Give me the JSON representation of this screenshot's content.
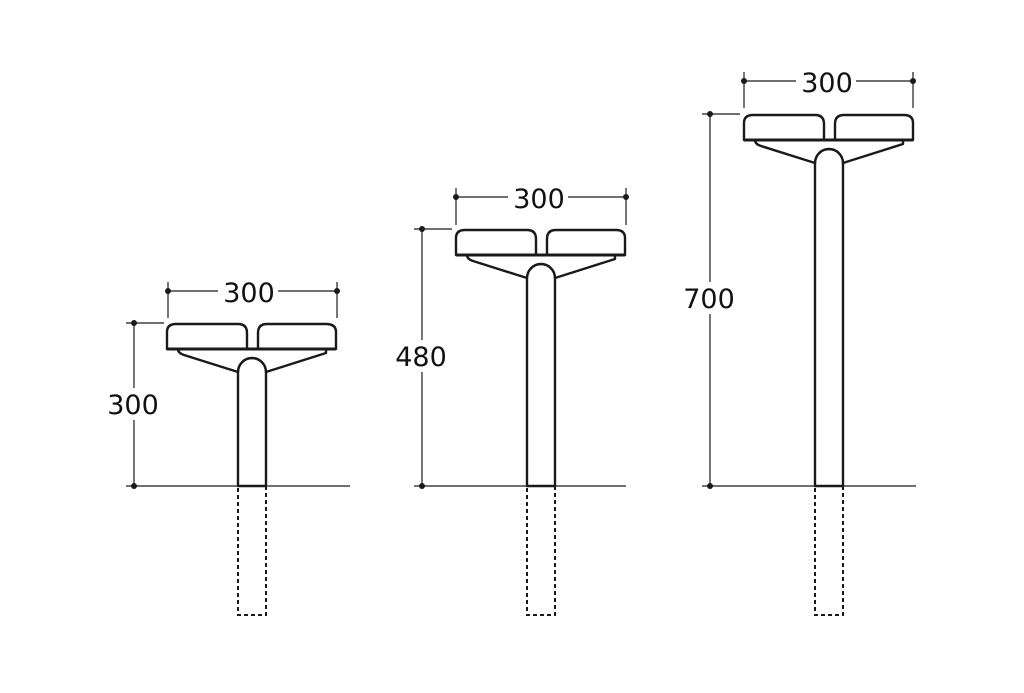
{
  "stools": [
    {
      "width_label": "300",
      "height_label": "300"
    },
    {
      "width_label": "300",
      "height_label": "480"
    },
    {
      "width_label": "300",
      "height_label": "700"
    }
  ]
}
